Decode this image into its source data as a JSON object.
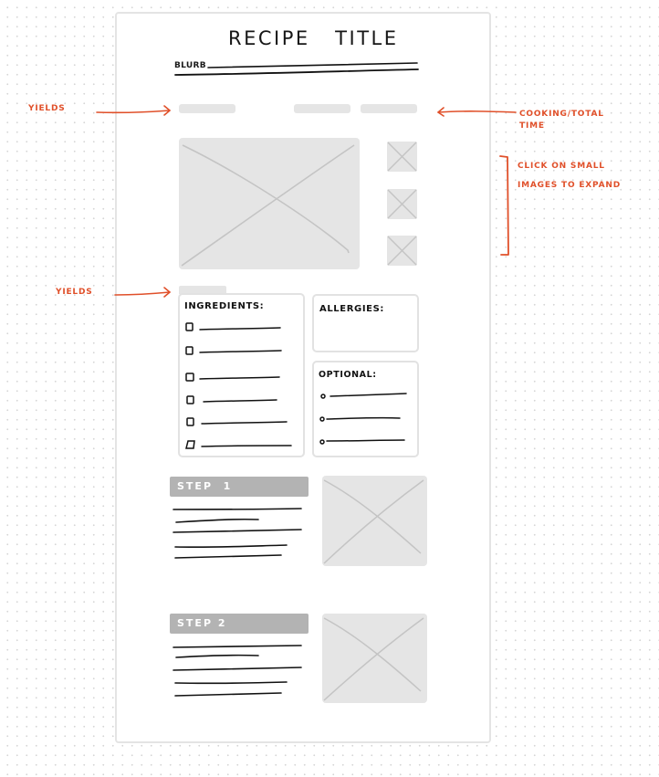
{
  "header": {
    "title": "RECIPE   TITLE",
    "blurb_label": "BLURB"
  },
  "meta_placeholders": {
    "yields": "",
    "cooking_time": "",
    "total_time": ""
  },
  "gallery": {
    "main_image": "image-placeholder",
    "thumbnails": [
      "image-placeholder",
      "image-placeholder",
      "image-placeholder"
    ]
  },
  "ingredients": {
    "label": "INGREDIENTS:",
    "item_count": 6,
    "marker": "checkbox"
  },
  "allergies": {
    "label": "ALLERGIES:"
  },
  "optional": {
    "label": "OPTIONAL:",
    "item_count": 3,
    "marker": "bullet"
  },
  "steps": [
    {
      "label": "STEP  1",
      "text_lines": 5,
      "image": "image-placeholder"
    },
    {
      "label": "STEP 2",
      "text_lines": 5,
      "image": "image-placeholder"
    }
  ],
  "annotations": {
    "yields_top": "YIELDS",
    "cooking_total": "COOKING/TOTAL",
    "cooking_total_line2": "TIME",
    "gallery_note_line1": "CLICK ON SMALL",
    "gallery_note_line2": "IMAGES TO EXPAND",
    "yields_bottom": "YIELDS"
  },
  "colors": {
    "annotation": "#e0502a",
    "placeholder": "#e5e5e5",
    "step_bar": "#b3b3b3",
    "border": "#e2e2e2",
    "ink": "#1a1a1a"
  }
}
